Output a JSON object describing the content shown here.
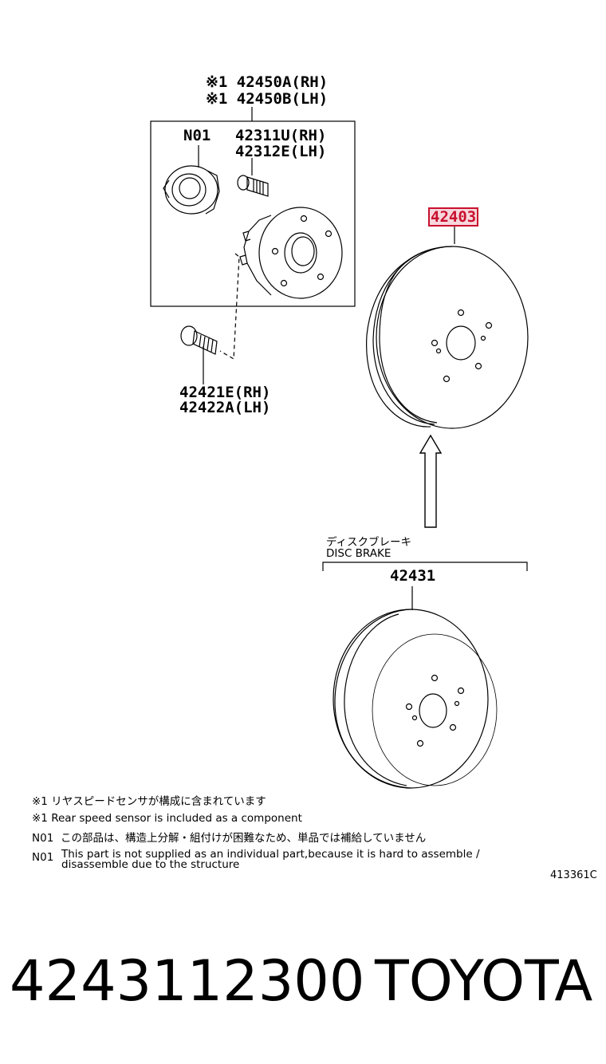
{
  "hub_assembly": {
    "part_rh": "※1 42450A(RH)",
    "part_lh": "※1 42450B(LH)",
    "n01_label": "N01",
    "bolt_rh": "42311U(RH)",
    "bolt_lh": "42312E(LH)"
  },
  "mount_bolt": {
    "part_rh": "42421E(RH)",
    "part_lh": "42422A(LH)"
  },
  "drum": {
    "part_number": "42403",
    "highlight_color": "#c8102e"
  },
  "disc_brake": {
    "label_jp": "ディスクブレーキ",
    "label_en": "DISC BRAKE",
    "part_number": "42431"
  },
  "notes": {
    "note1_jp": "※1 リヤスピードセンサが構成に含まれています",
    "note1_en": "※1 Rear speed sensor is included as a component",
    "n01_tag": "N01",
    "n01_jp": "この部品は、構造上分解・組付けが困難なため、単品では補給していません",
    "n01_en_line1": "This part is not supplied as an individual part,because it is hard to assemble /",
    "n01_en_line2": "disassemble due to the structure"
  },
  "figure_code": "413361C",
  "footer": {
    "part_number": "4243112300",
    "brand": "TOYOTA"
  }
}
